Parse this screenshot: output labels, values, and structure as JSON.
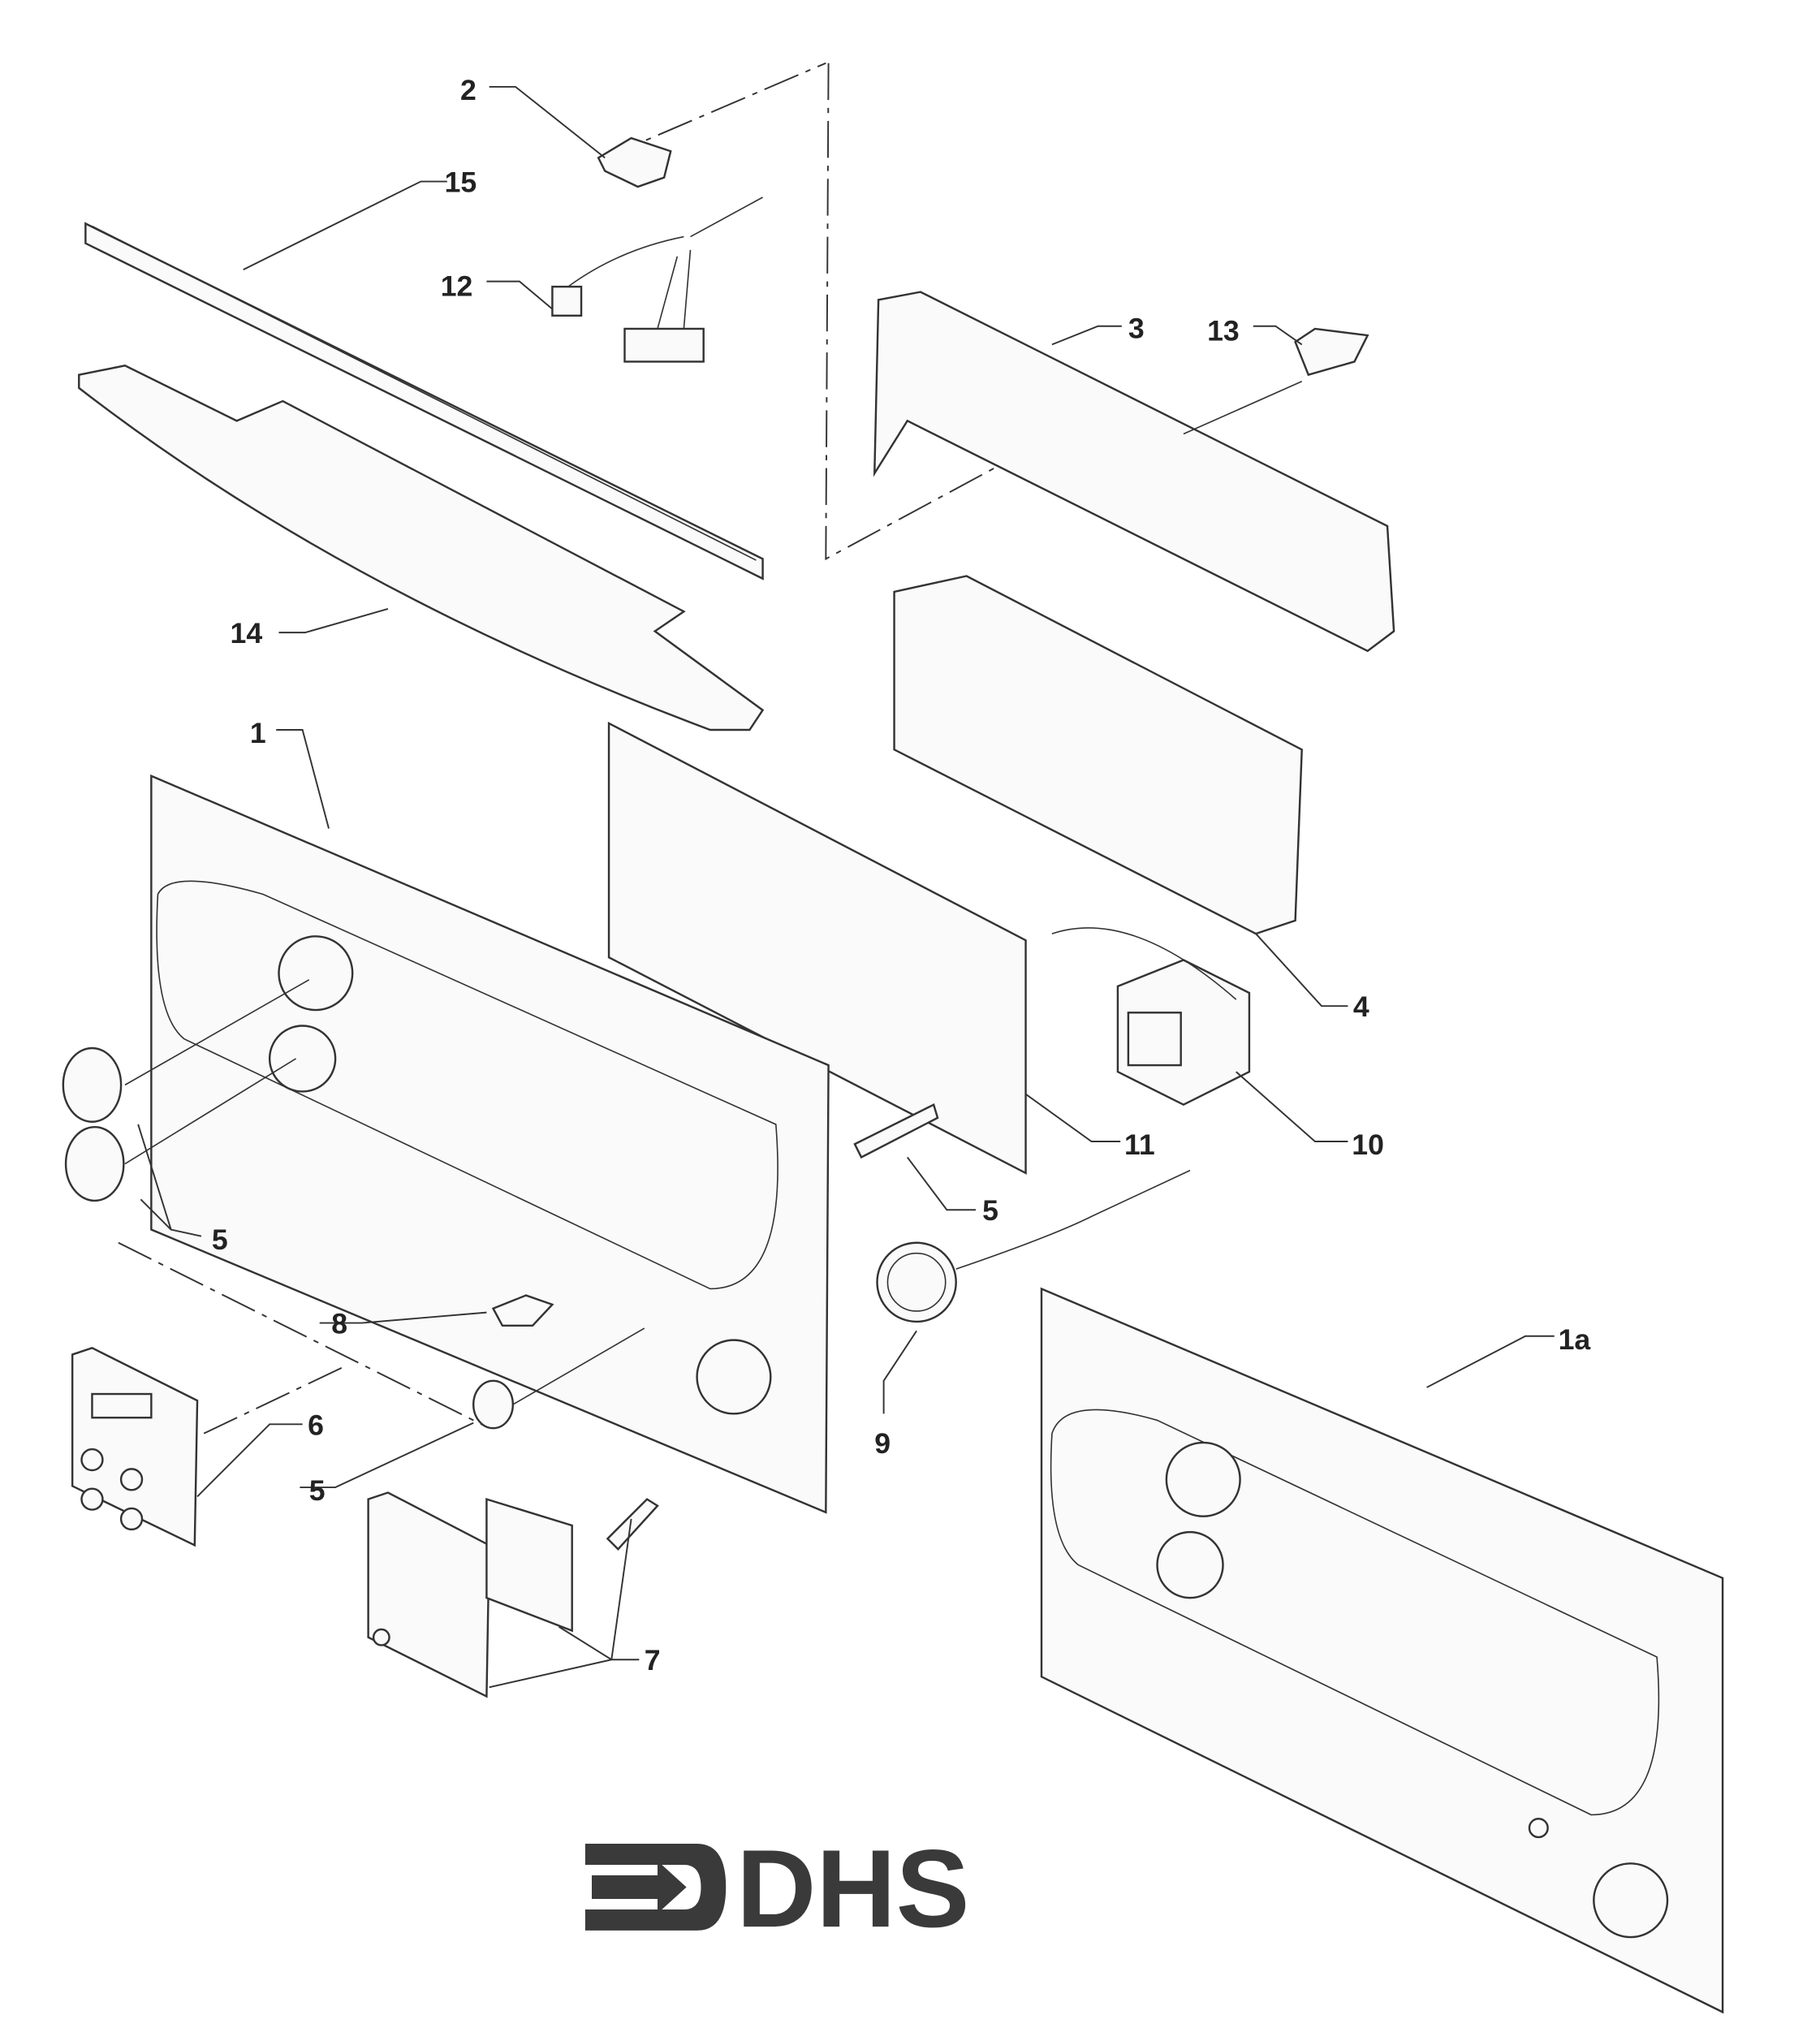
{
  "diagram": {
    "labels": {
      "p2": "2",
      "p15": "15",
      "p12": "12",
      "p3": "3",
      "p13": "13",
      "p14": "14",
      "p1": "1",
      "p4": "4",
      "p11": "11",
      "p10": "10",
      "p5a": "5",
      "p5b": "5",
      "p8": "8",
      "p1a": "1a",
      "p6": "6",
      "p9": "9",
      "p5c": "5",
      "p7": "7"
    },
    "logo": "DHS"
  }
}
